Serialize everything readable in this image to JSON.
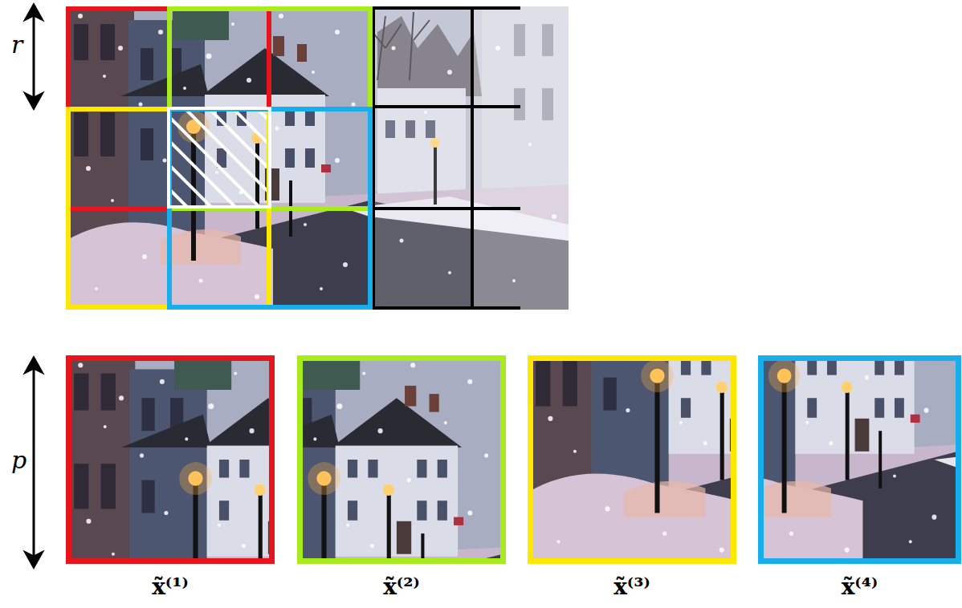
{
  "diagram": {
    "nodes": [
      {
        "text": [
          "x̃⁽¹⁾"
        ]
      },
      {
        "text": [
          "x̃⁽²⁾"
        ]
      },
      {
        "text": [
          "x̃⁽³⁾"
        ]
      },
      {
        "text": [
          "x̃⁽⁴⁾"
        ]
      }
    ],
    "labels": [
      "r",
      "p"
    ]
  }
}
